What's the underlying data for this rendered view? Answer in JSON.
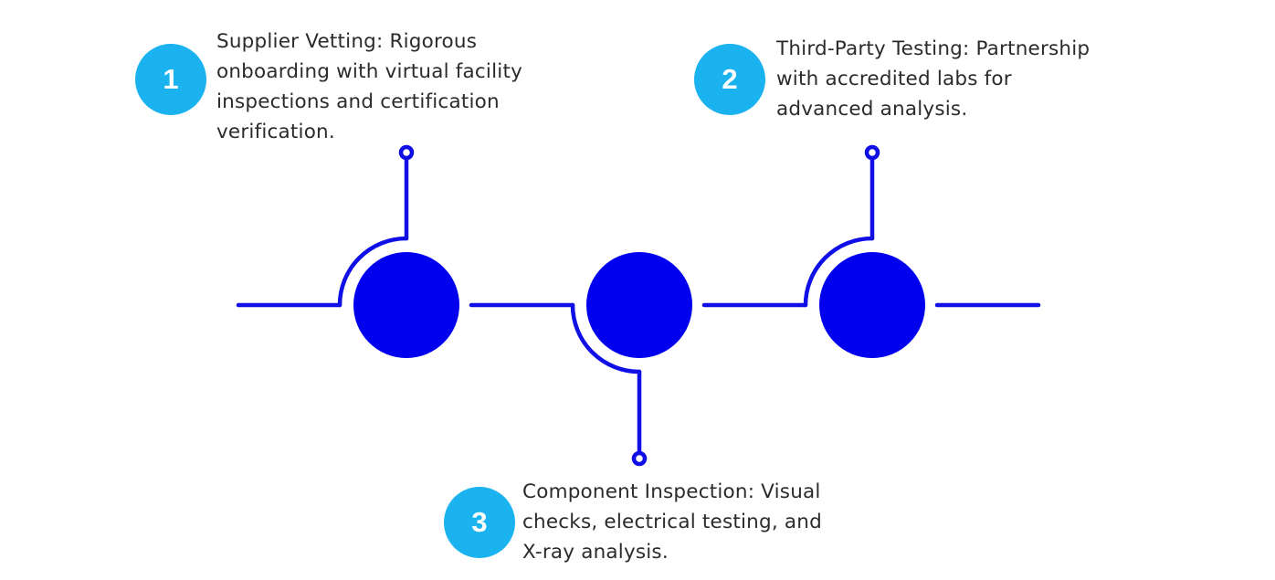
{
  "colors": {
    "line": "#0f0fe6",
    "node": "#0000ee",
    "badge": "#1ab3ef",
    "text": "#2b2b2b"
  },
  "steps": [
    {
      "number": "1",
      "text": "Supplier Vetting: Rigorous onboarding with virtual facility inspections and certification verification."
    },
    {
      "number": "2",
      "text": "Third-Party Testing: Partnership with accredited labs for advanced analysis."
    },
    {
      "number": "3",
      "text": "Component Inspection: Visual checks, electrical testing, and X-ray analysis."
    }
  ]
}
